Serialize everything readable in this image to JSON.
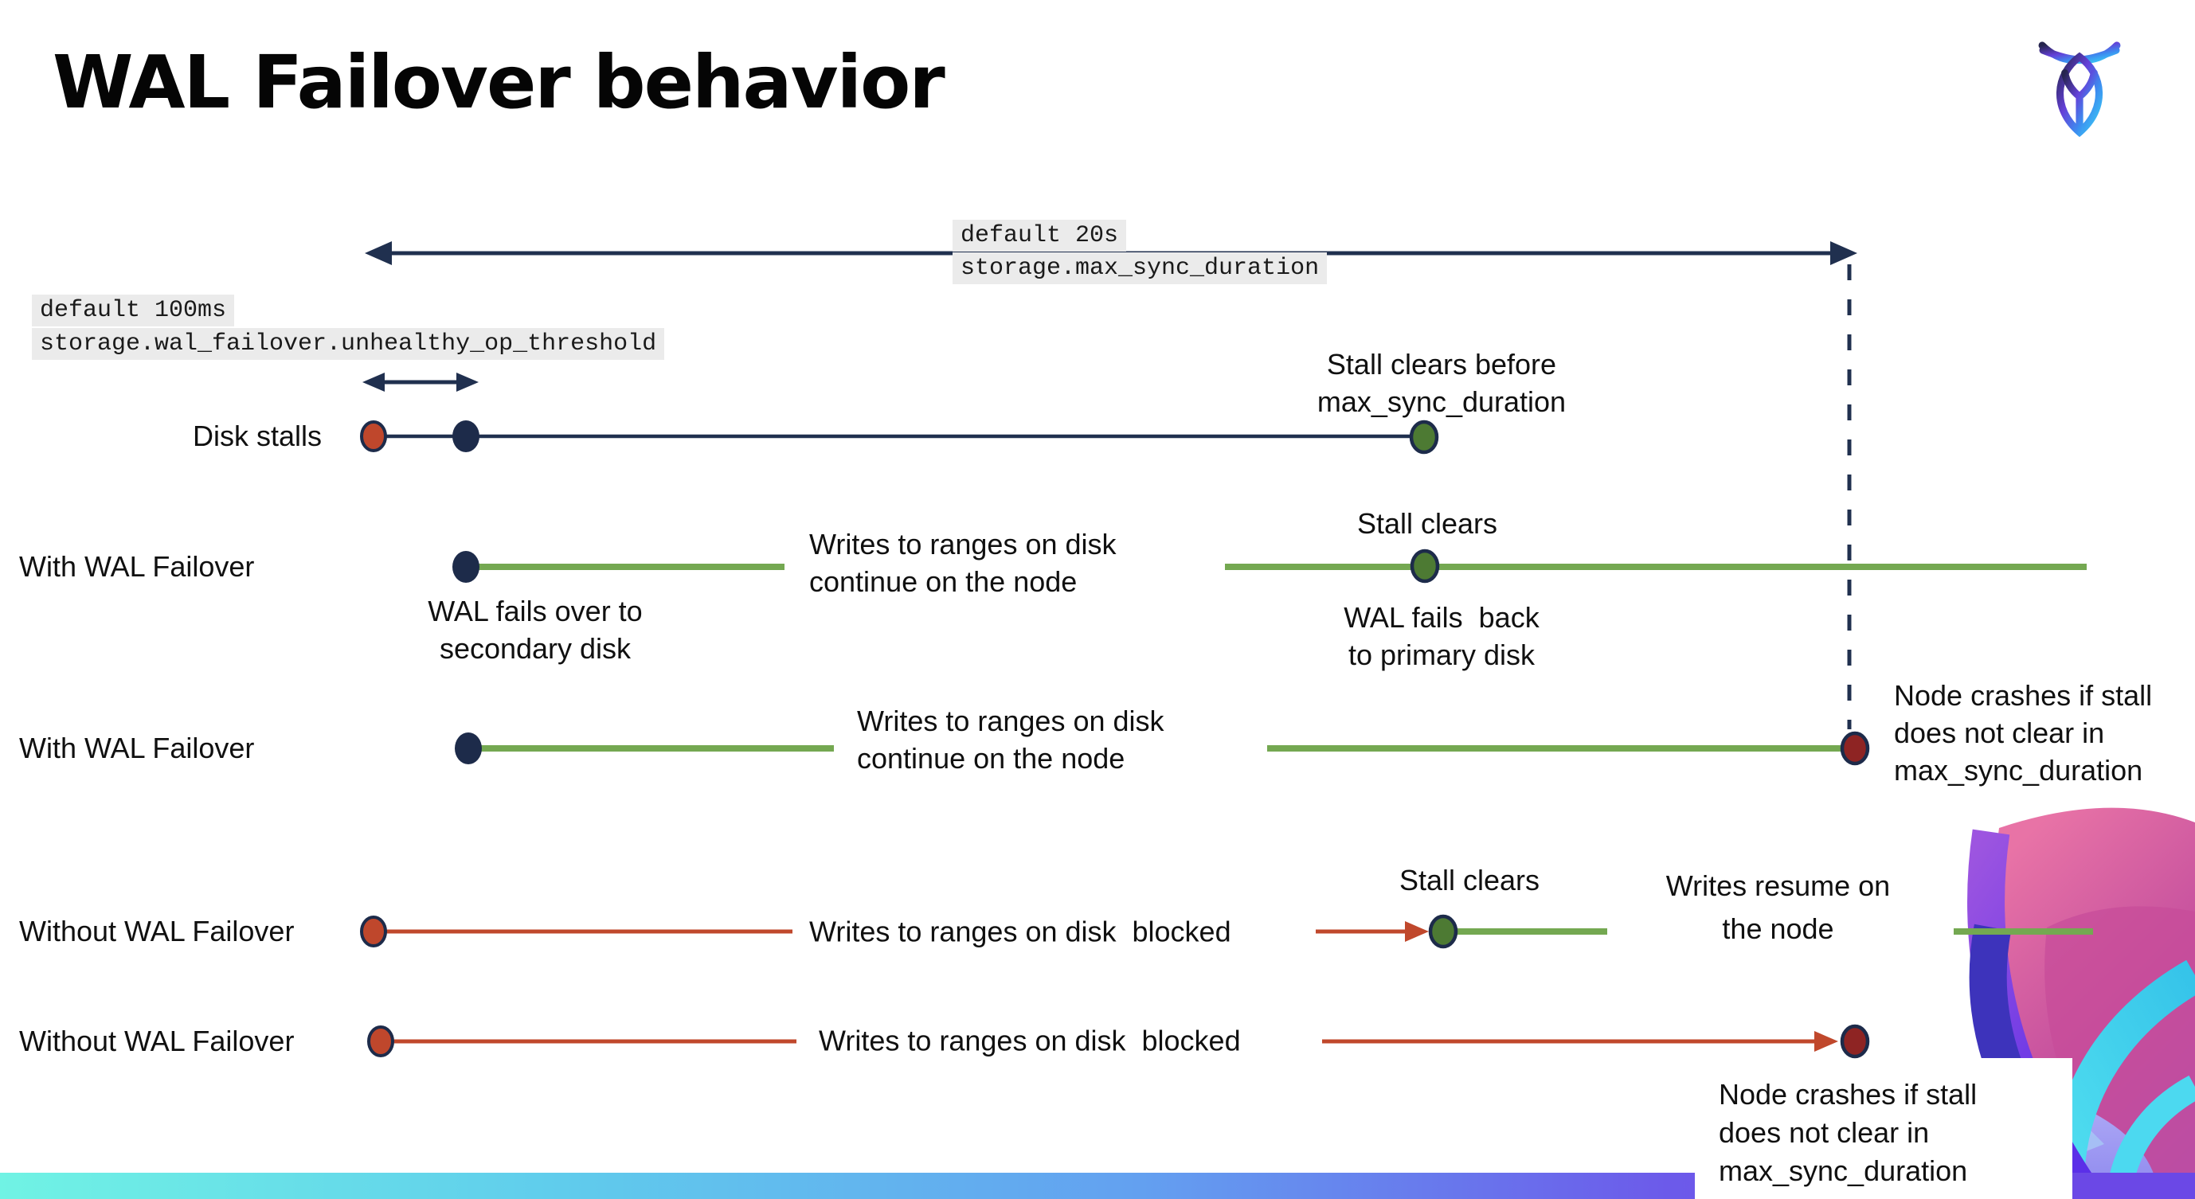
{
  "title": "WAL Failover behavior",
  "logo": {
    "name": "cockroachdb-mark"
  },
  "config_labels": {
    "max_sync_default": "default 20s",
    "max_sync_setting": "storage.max_sync_duration",
    "threshold_default": "default 100ms",
    "threshold_setting": "storage.wal_failover.unhealthy_op_threshold"
  },
  "rows": [
    {
      "label": "Disk stalls"
    },
    {
      "label": "With WAL Failover"
    },
    {
      "label": "With WAL Failover"
    },
    {
      "label": "Without WAL Failover"
    },
    {
      "label": "Without WAL Failover"
    }
  ],
  "annotations": {
    "stall_clears_before": "Stall clears before\nmax_sync_duration",
    "writes_continue": "Writes to ranges on disk\ncontinue on the node",
    "stall_clears": "Stall clears",
    "wal_fails_over": "WAL fails over to\nsecondary disk",
    "wal_fails_back": "WAL fails  back\nto primary disk",
    "node_crashes": "Node crashes if stall\ndoes not clear in\nmax_sync_duration",
    "writes_blocked": "Writes to ranges on disk  blocked",
    "writes_resume": "Writes resume on\nthe node"
  },
  "colors": {
    "navy": "#20304f",
    "navy_dot": "#1d2b4a",
    "green_line": "#74a851",
    "green_dot": "#4d7a33",
    "red_line": "#c0482c",
    "red_dot": "#bf472c",
    "dark_red_dot": "#8e2423",
    "label_bg": "#ebebeb",
    "bar_gradient": [
      "#70f3e4",
      "#60cdec",
      "#63a0f0",
      "#6c5aea",
      "#7d44ea"
    ]
  }
}
